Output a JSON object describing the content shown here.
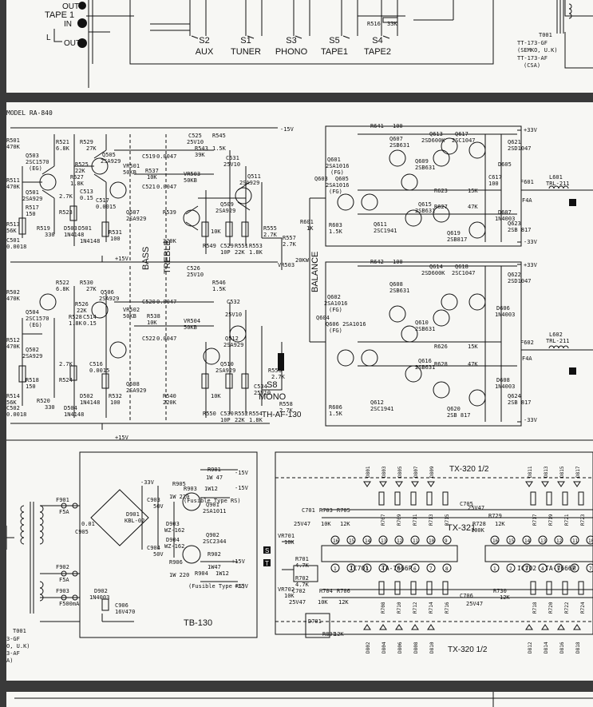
{
  "colors": {
    "paper": "#f7f7f4",
    "ink": "#111111",
    "gutter": "#3a3a3a"
  },
  "top": {
    "tape1": "TAPE 1",
    "in": "IN",
    "out1": "OUT",
    "l": "L",
    "out2": "OUT",
    "r516": "R516",
    "r516v": "33K",
    "switches": [
      {
        "id": "S2",
        "name": "AUX"
      },
      {
        "id": "S1",
        "name": "TUNER"
      },
      {
        "id": "S3",
        "name": "PHONO"
      },
      {
        "id": "S5",
        "name": "TAPE1"
      },
      {
        "id": "S4",
        "name": "TAPE2"
      }
    ],
    "t001": "T001",
    "tt1": "TT-173-GF",
    "tt1b": "(SEMKO, U.K)",
    "tt2": "TT-173-AF",
    "tt2b": "(CSA)"
  },
  "mid": {
    "model": "MODEL RA-840",
    "neg15": "-15V",
    "pos15a": "+15V",
    "pos15b": "+15V",
    "p33a": "+33V",
    "n33a": "-33V",
    "p33b": "+33V",
    "n33b": "-33V",
    "bass": "BASS",
    "treble": "TREBLE",
    "balance": "BALANCE",
    "s8": "S8",
    "mono": "MONO",
    "board": "TH-AF-130",
    "ch1": [
      {
        "n": "Q503",
        "v": "2SC1570",
        "x": "(EG)"
      },
      {
        "n": "Q501",
        "v": "2SA929"
      },
      {
        "n": "Q505",
        "v": "2SA929"
      },
      {
        "n": "Q507",
        "v": "2SA929"
      },
      {
        "n": "Q509",
        "v": "2SA929"
      },
      {
        "n": "Q511",
        "v": "2SA929"
      },
      {
        "n": "R521",
        "v": "6.8K"
      },
      {
        "n": "R529",
        "v": "27K"
      },
      {
        "n": "R525",
        "v": "22K"
      },
      {
        "n": "R527",
        "v": "1.8K"
      },
      {
        "n": "C513",
        "v": "0.15"
      },
      {
        "n": "R517",
        "v": "150"
      },
      {
        "n": "R519",
        "v": "330"
      },
      {
        "n": "R523",
        "v": "2.7K"
      },
      {
        "n": "D503",
        "v": "1N4148"
      },
      {
        "n": "D501",
        "v": "1N4148"
      },
      {
        "n": "C517",
        "v": "0.0015"
      },
      {
        "n": "R531",
        "v": "100"
      },
      {
        "n": "C519",
        "v": "0.0047"
      },
      {
        "n": "C521",
        "v": "0.0047"
      },
      {
        "n": "R537",
        "v": "10K"
      },
      {
        "n": "VR501",
        "v": "50KB"
      },
      {
        "n": "VR503",
        "v": "50KB"
      },
      {
        "n": "R539",
        "v": "220K"
      },
      {
        "n": "C525",
        "v": "25V10"
      },
      {
        "n": "R543",
        "v": "39K"
      },
      {
        "n": "R545",
        "v": "1.5K"
      },
      {
        "n": "C531",
        "v": "25V10"
      },
      {
        "n": "R549",
        "v": "10K"
      },
      {
        "n": "C529",
        "v": "10P"
      },
      {
        "n": "R551",
        "v": "22K"
      },
      {
        "n": "R553",
        "v": "1.8K"
      },
      {
        "n": "R555",
        "v": "2.7K"
      },
      {
        "n": "R557",
        "v": "2.7K"
      },
      {
        "n": "R501",
        "v": "470K"
      },
      {
        "n": "R511",
        "v": "470K"
      },
      {
        "n": "C501",
        "v": "0.0018"
      },
      {
        "n": "R513",
        "v": "56K"
      }
    ],
    "ch2": [
      {
        "n": "Q504",
        "v": "2SC1570",
        "x": "(EG)"
      },
      {
        "n": "Q502",
        "v": "2SA929"
      },
      {
        "n": "Q506",
        "v": "2SA929"
      },
      {
        "n": "Q508",
        "v": "2SA929"
      },
      {
        "n": "Q510",
        "v": "2SA929"
      },
      {
        "n": "Q512",
        "v": "2SA929"
      },
      {
        "n": "R522",
        "v": "6.8K"
      },
      {
        "n": "R530",
        "v": "27K"
      },
      {
        "n": "R526",
        "v": "22K"
      },
      {
        "n": "R528",
        "v": "1.8K"
      },
      {
        "n": "C514",
        "v": "0.15"
      },
      {
        "n": "R518",
        "v": "150"
      },
      {
        "n": "R520",
        "v": "330"
      },
      {
        "n": "R524",
        "v": "2.7K"
      },
      {
        "n": "D504",
        "v": "1N4148"
      },
      {
        "n": "D502",
        "v": "1N4148"
      },
      {
        "n": "C516",
        "v": "0.0015"
      },
      {
        "n": "R532",
        "v": "100"
      },
      {
        "n": "C520",
        "v": "0.0047"
      },
      {
        "n": "C522",
        "v": "0.0047"
      },
      {
        "n": "R538",
        "v": "10K"
      },
      {
        "n": "VR502",
        "v": "50KB"
      },
      {
        "n": "VR504",
        "v": "50KB"
      },
      {
        "n": "R540",
        "v": "220K"
      },
      {
        "n": "C526",
        "v": "25V10"
      },
      {
        "n": "R546",
        "v": "1.5K"
      },
      {
        "n": "C532",
        "v": "25V10"
      },
      {
        "n": "R550",
        "v": "10K"
      },
      {
        "n": "C530",
        "v": "10P"
      },
      {
        "n": "R552",
        "v": "22K"
      },
      {
        "n": "R554",
        "v": "1.8K"
      },
      {
        "n": "C534",
        "v": "25V10"
      },
      {
        "n": "R556",
        "v": "2.7K"
      },
      {
        "n": "R558",
        "v": "2.7K"
      },
      {
        "n": "R502",
        "v": "470K"
      },
      {
        "n": "R512",
        "v": "470K"
      },
      {
        "n": "C502",
        "v": "0.0018"
      },
      {
        "n": "R514",
        "v": "56K"
      }
    ],
    "pa1": [
      {
        "n": "Q601",
        "v": "2SA1016",
        "x": "(FG)"
      },
      {
        "n": "Q603",
        "v": "2SA1016",
        "x": "(FG)"
      },
      {
        "n": "Q605",
        "v": ""
      },
      {
        "n": "Q607",
        "v": "2SB631"
      },
      {
        "n": "Q609",
        "v": "2SB631"
      },
      {
        "n": "Q611",
        "v": "2SC1941"
      },
      {
        "n": "Q613",
        "v": "2SD600K"
      },
      {
        "n": "Q615",
        "v": "2SB631"
      },
      {
        "n": "Q617",
        "v": "2SC1047"
      },
      {
        "n": "Q619",
        "v": "2SB817"
      },
      {
        "n": "Q621",
        "v": "2SD1047"
      },
      {
        "n": "Q623",
        "v": "2SB 817"
      },
      {
        "n": "R641",
        "v": "100"
      },
      {
        "n": "R623",
        "v": "15K"
      },
      {
        "n": "R627",
        "v": "47K"
      },
      {
        "n": "R601",
        "v": "1K"
      },
      {
        "n": "R603",
        "v": "1.5K"
      },
      {
        "n": "VR503",
        "v": "20KW"
      },
      {
        "n": "C617",
        "v": "100"
      },
      {
        "n": "D605",
        "v": ""
      },
      {
        "n": "D607",
        "v": "1N4003"
      },
      {
        "n": "F601",
        "v": "F4A"
      },
      {
        "n": "L601",
        "v": "TRL-211"
      }
    ],
    "pa2": [
      {
        "n": "Q602",
        "v": "2SA1016",
        "x": "(FG)"
      },
      {
        "n": "Q604",
        "v": "Q606 2SA1016",
        "x": "(FG)"
      },
      {
        "n": "Q608",
        "v": "2SB631"
      },
      {
        "n": "Q610",
        "v": "2SB631"
      },
      {
        "n": "Q612",
        "v": "2SC1941"
      },
      {
        "n": "Q614",
        "v": "2SD600K"
      },
      {
        "n": "Q616",
        "v": "2SB631"
      },
      {
        "n": "Q618",
        "v": "2SC1047"
      },
      {
        "n": "Q620",
        "v": "2SB 817"
      },
      {
        "n": "Q622",
        "v": "2SD1047"
      },
      {
        "n": "Q624",
        "v": "2SB 817"
      },
      {
        "n": "R642",
        "v": "100"
      },
      {
        "n": "R626",
        "v": "15K"
      },
      {
        "n": "R628",
        "v": "47K"
      },
      {
        "n": "R606",
        "v": "1.5K"
      },
      {
        "n": "D606",
        "v": "1N4003"
      },
      {
        "n": "D608",
        "v": "1N4003"
      },
      {
        "n": "F602",
        "v": "F4A"
      },
      {
        "n": "L602",
        "v": "TRL-211"
      }
    ],
    "ps": [
      {
        "n": "F901",
        "v": "F5A"
      },
      {
        "n": "F902",
        "v": "F5A"
      },
      {
        "n": "F903",
        "v": "F500mA"
      },
      {
        "n": "D902",
        "v": "1N4003"
      },
      {
        "n": "C906",
        "v": "16V470"
      },
      {
        "n": "C905",
        "v": "0.01"
      },
      {
        "n": "D901",
        "v": "KBL-02"
      },
      {
        "n": "R901",
        "v": "1W 47"
      },
      {
        "n": "R902",
        "v": "1W47"
      },
      {
        "n": "R903",
        "v": "1W12"
      },
      {
        "n": "R905",
        "v": "1W 220"
      },
      {
        "n": "R906",
        "v": "1W 220"
      },
      {
        "n": "R904",
        "v": "1W12"
      },
      {
        "n": "Q901",
        "v": "2SA1011"
      },
      {
        "n": "Q902",
        "v": "2SC2344"
      },
      {
        "n": "C903",
        "v": "50V"
      },
      {
        "n": "C904",
        "v": "50V"
      },
      {
        "n": "D903",
        "v": "WZ-162"
      },
      {
        "n": "D904",
        "v": "WZ-162"
      }
    ],
    "ps_fus1": "(Fusible Type RS)",
    "ps_fus2": "(Fusible Type RS)",
    "ps_n33": "-33V",
    "ps_n15": "-15V",
    "ps_p15": "+15V",
    "ps_n15b": "-15V",
    "ps_p15b": "+15V",
    "ps_board": "TB-130",
    "ps_t001": "T001",
    "ps_gf": "3-GF",
    "ps_uk": "O, U.K)",
    "ps_af": "3-AF",
    "ps_a": "A)",
    "tx_top": "TX-320  1/2",
    "tx_bot": "TX-320  1/2",
    "tx321": "TX-321",
    "ic701": "IC701",
    "ic701t": "TA-7666P",
    "ic702": "IC702",
    "ic702t": "TA-7666P",
    "tx_parts": [
      {
        "n": "C701",
        "v": "25V47"
      },
      {
        "n": "R703",
        "v": "10K"
      },
      {
        "n": "R705",
        "v": "12K"
      },
      {
        "n": "C702",
        "v": "25V47"
      },
      {
        "n": "R704",
        "v": "10K"
      },
      {
        "n": "R706",
        "v": "12K"
      },
      {
        "n": "VR701",
        "v": "10K"
      },
      {
        "n": "VR702",
        "v": "10K"
      },
      {
        "n": "R701",
        "v": "4.7K"
      },
      {
        "n": "R702",
        "v": "4.7K"
      },
      {
        "n": "D701",
        "v": ""
      },
      {
        "n": "R801",
        "v": "12K"
      },
      {
        "n": "R729",
        "v": "12K"
      },
      {
        "n": "R730",
        "v": "12K"
      },
      {
        "n": "R728",
        "v": "100K"
      },
      {
        "n": "C705",
        "v": "25V47"
      },
      {
        "n": "C706",
        "v": "25V47"
      }
    ],
    "tx_pins_top": [
      "16",
      "15",
      "14",
      "13",
      "12",
      "11",
      "10",
      "9"
    ],
    "tx_pins_bot": [
      "1",
      "2",
      "3",
      "4",
      "5",
      "6",
      "7",
      "8"
    ],
    "tx_r_top": [
      "R707",
      "R709",
      "R711",
      "R713",
      "R715",
      "R717",
      "R719",
      "R721",
      "R723"
    ],
    "tx_r_bot": [
      "R708",
      "R710",
      "R712",
      "R714",
      "R716",
      "R718",
      "R720",
      "R722",
      "R724"
    ],
    "tx_d_top": [
      "D801",
      "D803",
      "D805",
      "D807",
      "D809",
      "D811",
      "D813",
      "D815",
      "D817"
    ],
    "tx_d_bot": [
      "D802",
      "D804",
      "D806",
      "D808",
      "D810",
      "D812",
      "D814",
      "D816",
      "D818"
    ],
    "s_tag": "S",
    "t_tag": "T"
  }
}
